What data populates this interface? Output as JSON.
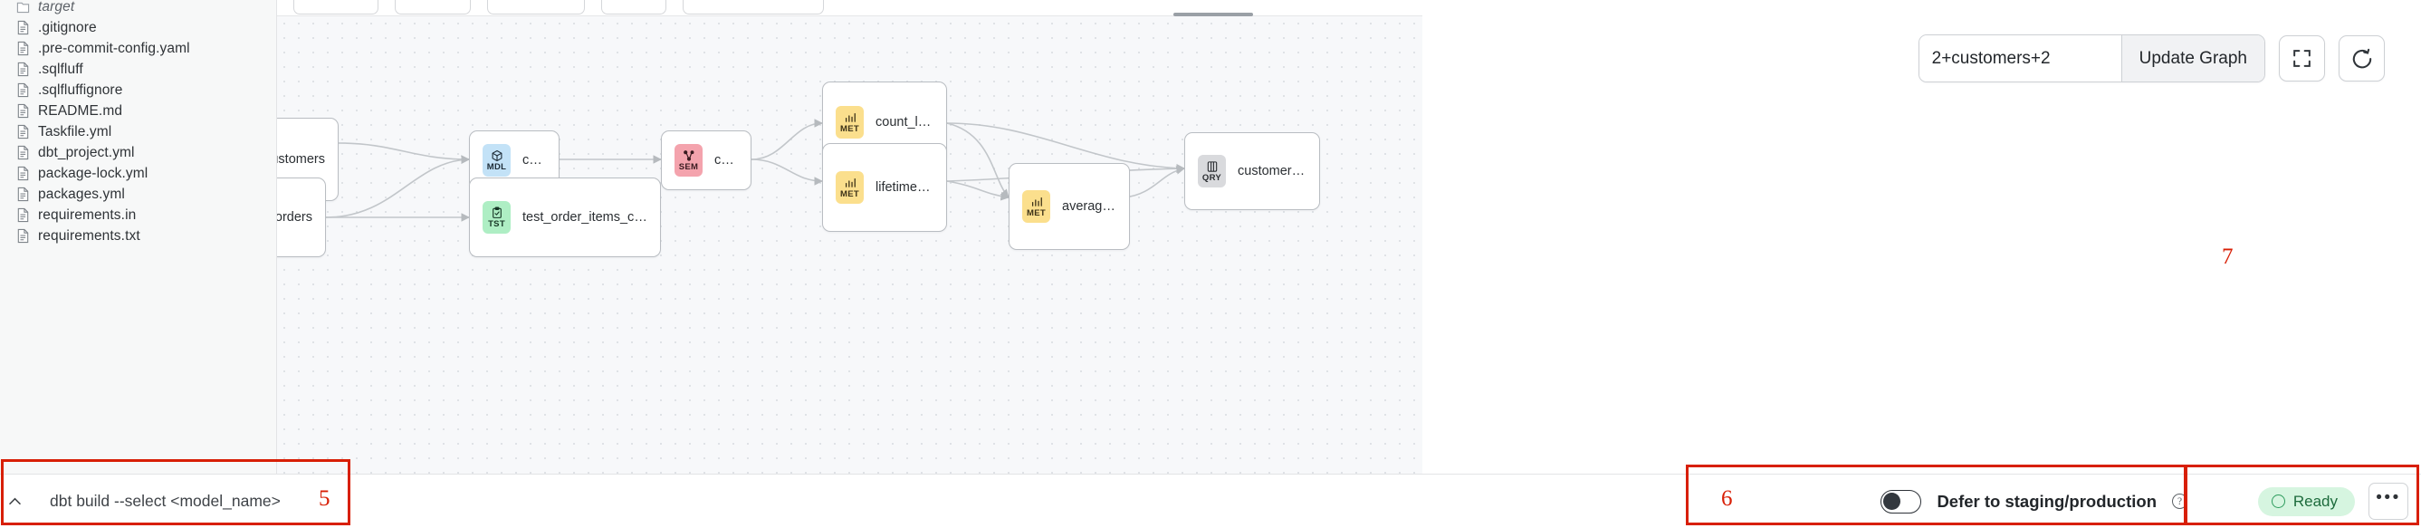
{
  "sidebar": {
    "files": [
      {
        "name": "target",
        "icon": "folder-icon",
        "type": "folder"
      },
      {
        "name": ".gitignore",
        "icon": "file-icon",
        "type": "file"
      },
      {
        "name": ".pre-commit-config.yaml",
        "icon": "file-icon",
        "type": "file"
      },
      {
        "name": ".sqlfluff",
        "icon": "file-icon",
        "type": "file"
      },
      {
        "name": ".sqlfluffignore",
        "icon": "file-icon",
        "type": "file"
      },
      {
        "name": "README.md",
        "icon": "file-icon",
        "type": "file"
      },
      {
        "name": "Taskfile.yml",
        "icon": "file-icon",
        "type": "file"
      },
      {
        "name": "dbt_project.yml",
        "icon": "file-icon",
        "type": "file"
      },
      {
        "name": "package-lock.yml",
        "icon": "file-icon",
        "type": "file"
      },
      {
        "name": "packages.yml",
        "icon": "file-icon",
        "type": "file"
      },
      {
        "name": "requirements.in",
        "icon": "file-icon",
        "type": "file"
      },
      {
        "name": "requirements.txt",
        "icon": "file-icon",
        "type": "file"
      }
    ]
  },
  "graph_toolbar": {
    "selector_value": "2+customers+2",
    "selector_placeholder": "2+customers+2",
    "update_graph_label": "Update Graph",
    "fit_view_icon": "fit-screen-icon",
    "refresh_icon": "refresh-icon"
  },
  "graph": {
    "nodes": [
      {
        "id": "stg_customers",
        "label": "stg_customers",
        "badge": "",
        "badge_icon": "",
        "clipped": true
      },
      {
        "id": "stg_orders",
        "label": "orders",
        "badge": "",
        "badge_icon": "",
        "clipped": true
      },
      {
        "id": "mdl_customers",
        "label": "customers",
        "badge": "MDL",
        "badge_icon": "cube-icon",
        "clipped": false
      },
      {
        "id": "tst_order_items",
        "label": "test_order_items_compute_to_bools…",
        "badge": "TST",
        "badge_icon": "clipboard-check-icon",
        "clipped": false
      },
      {
        "id": "sem_customers",
        "label": "customers",
        "badge": "SEM",
        "badge_icon": "semantic-graph-icon",
        "clipped": false
      },
      {
        "id": "met_count",
        "label": "count_lifetime_orders",
        "badge": "MET",
        "badge_icon": "bar-chart-icon",
        "clipped": false
      },
      {
        "id": "met_spend",
        "label": "lifetime_spend_pretax",
        "badge": "MET",
        "badge_icon": "bar-chart-icon",
        "clipped": false
      },
      {
        "id": "met_aov",
        "label": "average_order_value",
        "badge": "MET",
        "badge_icon": "bar-chart-icon",
        "clipped": false
      },
      {
        "id": "qry_metrics",
        "label": "customer_order_metrics",
        "badge": "QRY",
        "badge_icon": "saved-query-icon",
        "clipped": false
      }
    ],
    "badge_colors": {
      "MDL": "#c3e2f7",
      "SEM": "#f4a3ad",
      "MET": "#fbdf8d",
      "TST": "#aeeec4",
      "QRY": "#d9dadd"
    }
  },
  "command_bar": {
    "expand_icon": "chevron-up-icon",
    "placeholder": "dbt build --select <model_name>",
    "value": ""
  },
  "defer": {
    "toggle_state": "off",
    "label": "Defer to staging/production",
    "help_icon": "question-circle-icon"
  },
  "status": {
    "ready_label": "Ready",
    "ready_icon": "circle-icon",
    "more_label": "•••",
    "more_icon": "ellipsis-icon"
  },
  "annotations": [
    {
      "number": "5",
      "target": "command-bar"
    },
    {
      "number": "6",
      "target": "defer-toggle"
    },
    {
      "number": "7",
      "target": "status-zone"
    }
  ],
  "colors": {
    "annotation": "#d81f06",
    "ready_bg": "#d6f5e0",
    "ready_fg": "#1d6b3c",
    "canvas_bg": "#f7f8fa",
    "sidebar_bg": "#f7f8f8"
  }
}
